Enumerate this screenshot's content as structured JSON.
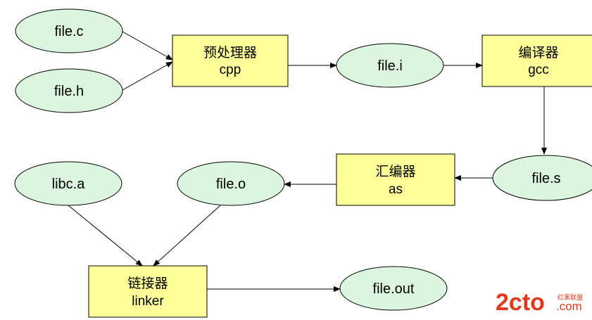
{
  "colors": {
    "ellipse_fill": "#dcf5df",
    "box_fill": "#ffff99",
    "stroke": "#000000",
    "watermark_red": "#e03a1e"
  },
  "nodes": {
    "file_c": "file.c",
    "file_h": "file.h",
    "file_i": "file.i",
    "file_s": "file.s",
    "file_o": "file.o",
    "libc_a": "libc.a",
    "file_out": "file.out"
  },
  "boxes": {
    "preprocessor": {
      "line1": "预处理器",
      "line2": "cpp"
    },
    "compiler": {
      "line1": "编译器",
      "line2": "gcc"
    },
    "assembler": {
      "line1": "汇编器",
      "line2": "as"
    },
    "linker": {
      "line1": "链接器",
      "line2": "linker"
    }
  },
  "watermark": {
    "logo": "2cto",
    "suffix": ".com",
    "chinese": "红黑联盟"
  }
}
